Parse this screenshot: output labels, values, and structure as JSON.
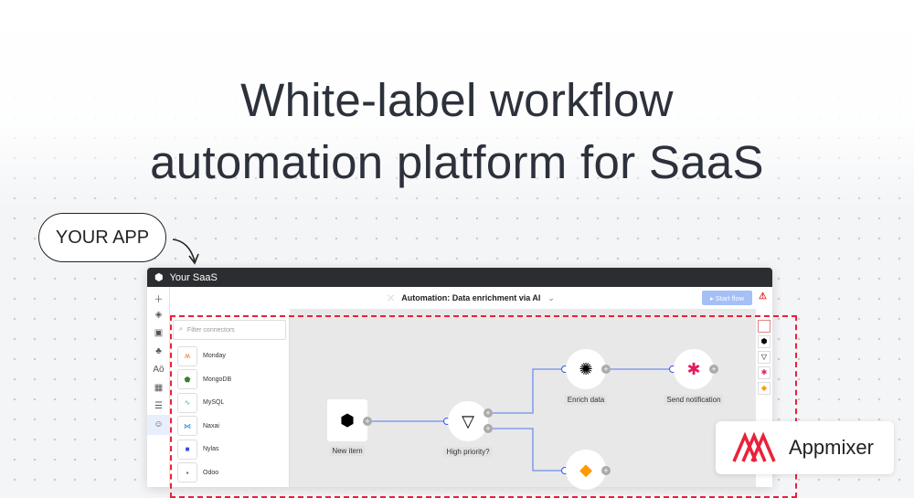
{
  "headline": {
    "line1": "White-label workflow",
    "line2": "automation platform for SaaS"
  },
  "your_app_label": "YOUR APP",
  "window": {
    "title": "Your SaaS",
    "flow_name": "Automation: Data enrichment via AI",
    "start_label": "Start flow"
  },
  "sidebar_icons": [
    "plus-icon",
    "layers-icon",
    "document-icon",
    "network-icon",
    "text-icon",
    "apps-icon",
    "table-icon",
    "robot-icon"
  ],
  "connectors": {
    "placeholder": "Filter connectors",
    "items": [
      "Monday",
      "MongoDB",
      "MySQL",
      "Naxai",
      "Nylas",
      "Odoo"
    ]
  },
  "nodes": {
    "new_item": "New item",
    "filter": "High priority?",
    "enrich": "Enrich data",
    "notify": "Send notification"
  },
  "brand": {
    "name": "Appmixer",
    "color": "#e8223a"
  },
  "colors": {
    "accent": "#2b5af0",
    "highlight": "#e8223a"
  }
}
